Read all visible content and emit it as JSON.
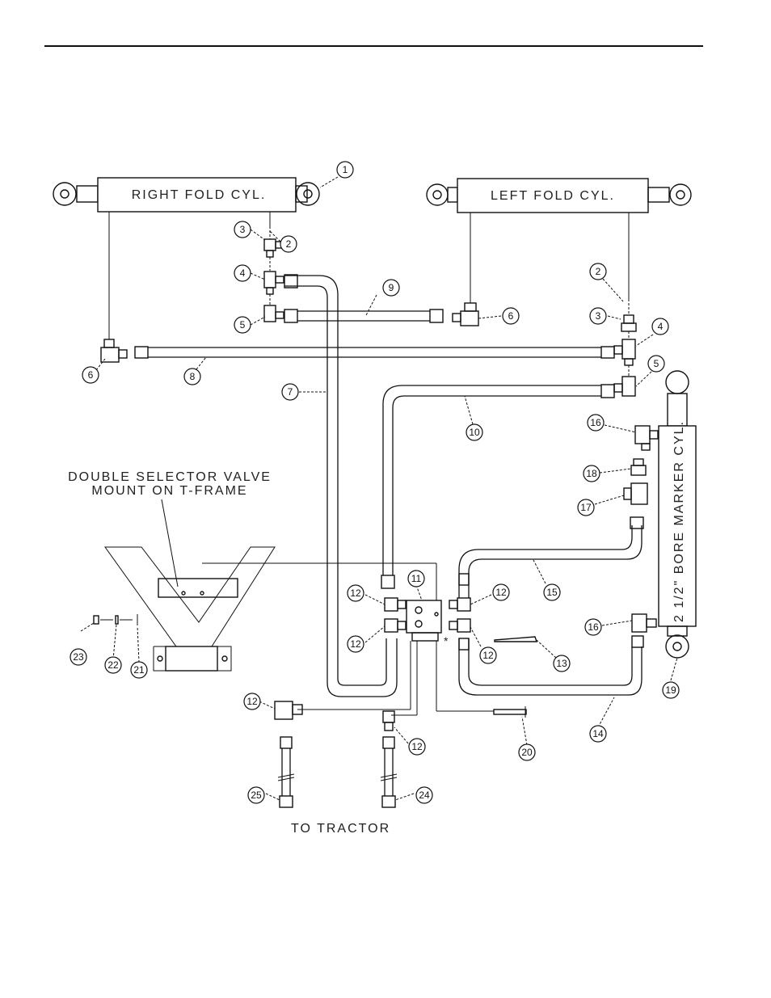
{
  "labels": {
    "right_cyl": "RIGHT FOLD CYL.",
    "left_cyl": "LEFT FOLD CYL.",
    "marker_cyl": "2 1/2\" BORE MARKER CYL.",
    "valve_line1": "DOUBLE SELECTOR VALVE",
    "valve_line2": "MOUNT ON T-FRAME",
    "to_tractor": "TO TRACTOR",
    "asterisk": "*"
  },
  "callouts": [
    "1",
    "2",
    "3",
    "4",
    "5",
    "6",
    "7",
    "8",
    "9",
    "10",
    "11",
    "12",
    "13",
    "14",
    "15",
    "16",
    "17",
    "18",
    "19",
    "20",
    "21",
    "22",
    "23",
    "24",
    "25"
  ]
}
